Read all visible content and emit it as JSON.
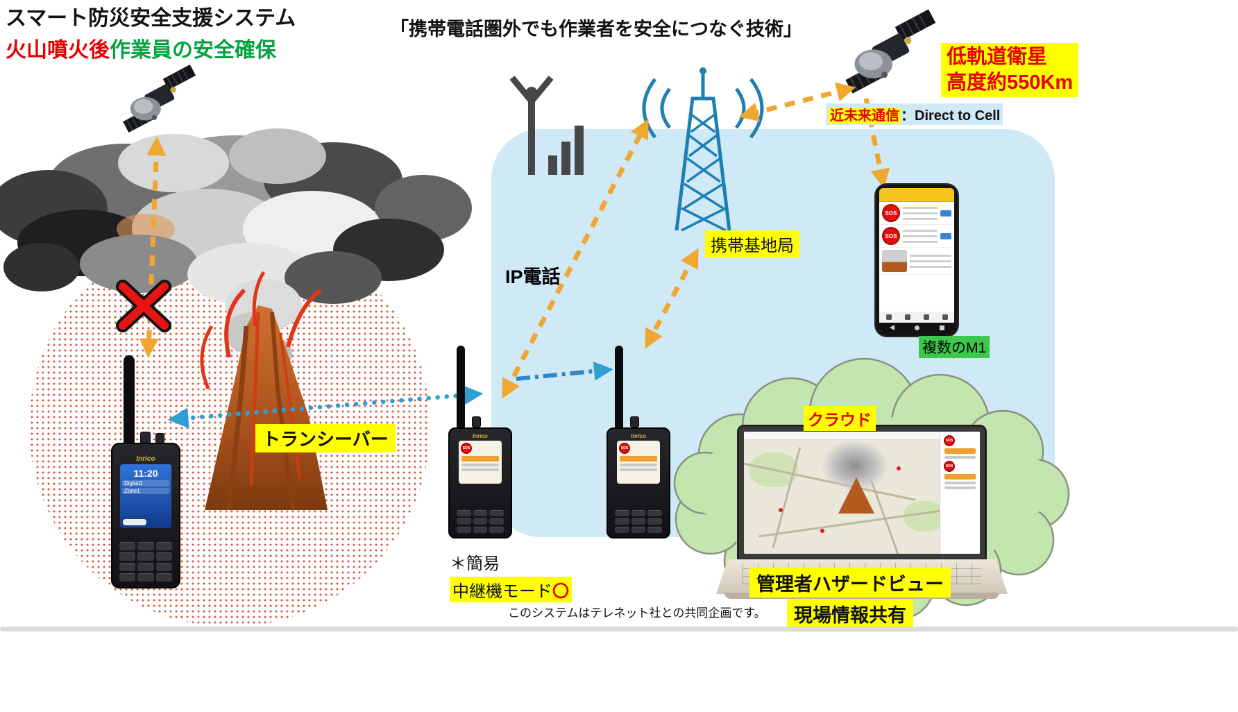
{
  "title": {
    "line1": "スマート防災安全支援システム",
    "line2_red": "火山噴火後",
    "line2_green": "作業員の安全確保"
  },
  "subtitle": "「携帯電話圏外でも作業者を安全につなぐ技術」",
  "labels": {
    "satellite_line1": "低軌道衛星",
    "satellite_line2": "高度約550Km",
    "direct_highlight": "近未来通信",
    "direct_rest": "：Direct to Cell",
    "base_station": "携帯基地局",
    "ip_phone": "IP電話",
    "transceiver": "トランシーバー",
    "relay_line1": "＊簡易",
    "relay_line2": "中継機モード",
    "relay_mark": "〇",
    "multiple_m1": "複数のM1",
    "cloud": "クラウド",
    "hazard_line1": "管理者ハザードビュー",
    "hazard_line2": "現場情報共有",
    "footer": "このシステムはテレネット社との共同企画です。"
  },
  "devices": {
    "brand": "Inrico",
    "time": "11:20",
    "row1": "Digital1",
    "row2": "Zone1",
    "sos": "SOS"
  },
  "colors": {
    "highlight_yellow": "#ffff00",
    "panel_blue": "#cfe9f6",
    "arrow_orange": "#f0a732",
    "arrow_blue": "#2e9fd4",
    "tower_blue": "#1d7fb4",
    "label_green": "#3cc84c",
    "cloud_green": "#c3e5ae",
    "red": "#e60000",
    "title_green": "#00a33e"
  }
}
